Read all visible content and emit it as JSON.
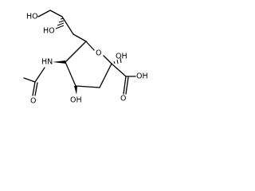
{
  "molecule": {
    "labels": {
      "ho_top": "HO",
      "ho_mid": "HO",
      "hn": "HN",
      "ring_o": "O",
      "oh_right": "OH",
      "oh_bottom": "OH",
      "o_acetyl": "O",
      "cooh": "OH",
      "o_carbonyl": "O"
    },
    "colors": {
      "bond": "#000000",
      "text": "#000000",
      "background": "#ffffff"
    }
  }
}
